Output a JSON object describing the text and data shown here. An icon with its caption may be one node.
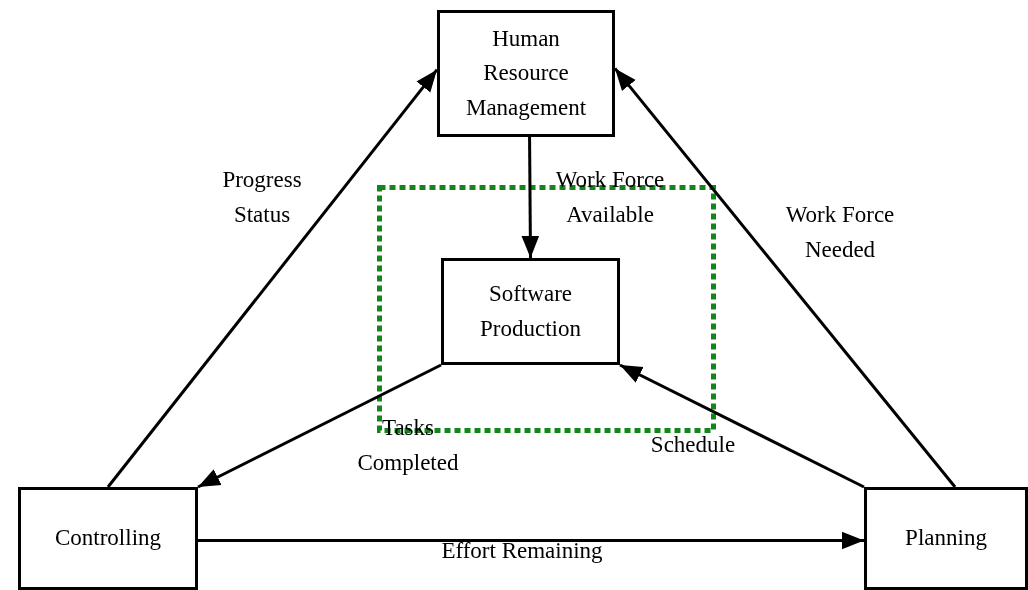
{
  "diagram": {
    "nodes": [
      {
        "text": [
          "Human Resource Management"
        ]
      },
      {
        "text": [
          "Software Production"
        ]
      },
      {
        "text": [
          "Controlling"
        ]
      },
      {
        "text": [
          "Planning"
        ]
      }
    ],
    "edges": [
      {
        "from": 2,
        "to": 0,
        "arrow": "to",
        "label": "Progress Status"
      },
      {
        "from": 0,
        "to": 1,
        "arrow": "to",
        "label": "Work Force Available"
      },
      {
        "from": 3,
        "to": 0,
        "arrow": "to",
        "label": "Work Force Needed"
      },
      {
        "from": 1,
        "to": 2,
        "arrow": "to",
        "label": "Tasks Completed"
      },
      {
        "from": 3,
        "to": 1,
        "arrow": "to",
        "label": "Schedule"
      },
      {
        "from": 2,
        "to": 3,
        "arrow": "to",
        "label": "Effort Remaining"
      }
    ]
  }
}
